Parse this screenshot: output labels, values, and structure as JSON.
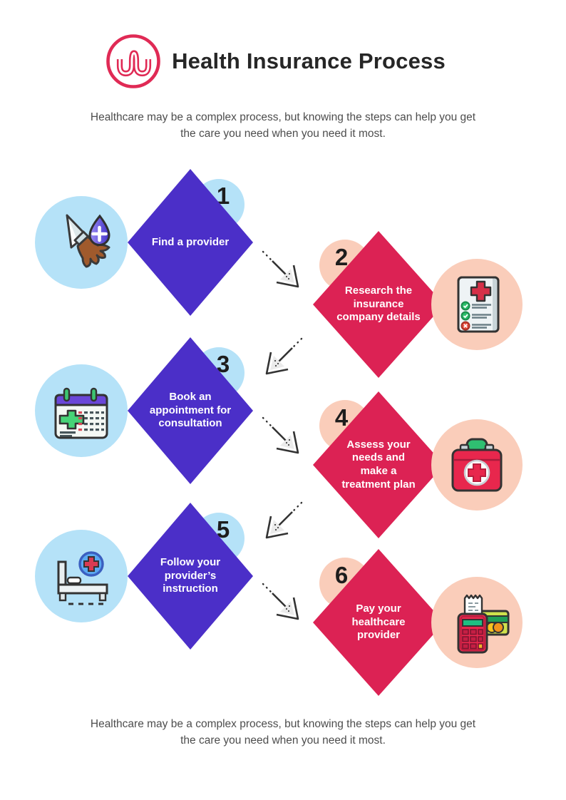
{
  "header": {
    "logo_icon": "wave-squiggle-logo",
    "title": "Health Insurance Process",
    "subtitle": "Healthcare may be a complex process, but knowing the steps can help you get the care you need when you need it most."
  },
  "steps": [
    {
      "number": "1",
      "label": "Find a provider",
      "side": "left",
      "icon": "hand-water-drop-icon"
    },
    {
      "number": "2",
      "label": "Research the insurance company details",
      "side": "right",
      "icon": "medical-checklist-icon"
    },
    {
      "number": "3",
      "label": "Book an appointment for consultation",
      "side": "left",
      "icon": "medical-calendar-icon"
    },
    {
      "number": "4",
      "label": "Assess your needs and make a treatment plan",
      "side": "right",
      "icon": "first-aid-kit-icon"
    },
    {
      "number": "5",
      "label": "Follow your provider’s instruction",
      "side": "left",
      "icon": "hospital-bed-icon"
    },
    {
      "number": "6",
      "label": "Pay your healthcare provider",
      "side": "right",
      "icon": "payment-terminal-icon"
    }
  ],
  "footer": {
    "text": "Healthcare may be a complex process, but knowing the steps can help you get the care you need when you need it most."
  },
  "colors": {
    "purple_diamond": "#4b2fc8",
    "pink_diamond": "#dc2254",
    "light_blue_circle": "#b5e2f8",
    "peach_circle": "#facdba",
    "logo_pink": "#e02a55",
    "title_text": "#262626",
    "body_text": "#4d4d4d",
    "diamond_text": "#ffffff",
    "arrow": "#333333"
  }
}
